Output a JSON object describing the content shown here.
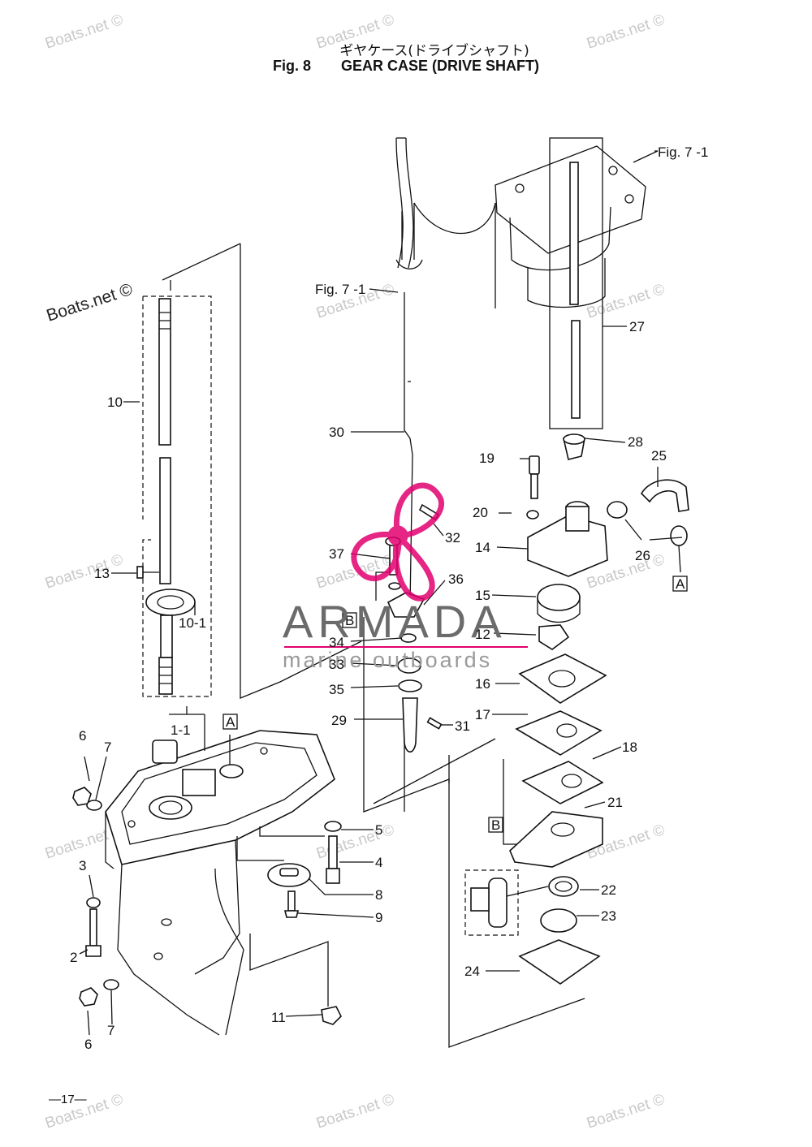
{
  "title": {
    "japanese": "ギヤケース(ドライブシャフト)",
    "fig_number": "Fig. 8",
    "english": "GEAR CASE (DRIVE SHAFT)"
  },
  "references": {
    "fig7_1_top": "Fig. 7 -1",
    "fig7_1_mid": "Fig. 7 -1"
  },
  "callouts": {
    "c10": "10",
    "c13": "13",
    "c10_1": "10-1",
    "c1_1": "1-1",
    "c6a": "6",
    "c7a": "7",
    "c3": "3",
    "c2": "2",
    "c6b": "6",
    "c7b": "7",
    "c11": "11",
    "c5": "5",
    "c4": "4",
    "c8": "8",
    "c9": "9",
    "c30": "30",
    "c37": "37",
    "c32": "32",
    "c36": "36",
    "c34": "34",
    "c33": "33",
    "c35": "35",
    "c29": "29",
    "c31": "31",
    "c27": "27",
    "c28": "28",
    "c19": "19",
    "c25": "25",
    "c20": "20",
    "c14": "14",
    "c26": "26",
    "c15": "15",
    "c12": "12",
    "c16": "16",
    "c17": "17",
    "c18": "18",
    "c21": "21",
    "c22": "22",
    "c23": "23",
    "c24": "24"
  },
  "boxed_letters": {
    "a1": "A",
    "a2": "A",
    "b1": "B",
    "b2": "B"
  },
  "watermarks": {
    "boats_net": "Boats.net ©"
  },
  "brand": {
    "name": "ARMADA",
    "tagline": "marine outboards",
    "accent_color": "#e2006f",
    "text_color": "#6b6b6b"
  },
  "page_number": "—17—"
}
